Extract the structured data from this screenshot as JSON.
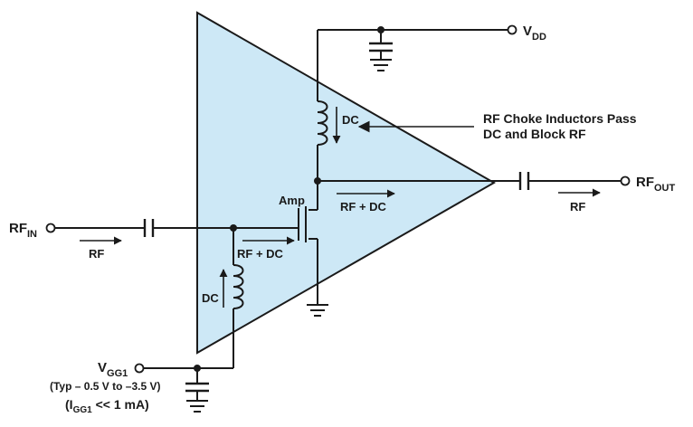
{
  "colors": {
    "amplifier_fill": "#cde8f6",
    "line": "#1a1a1a",
    "background": "#ffffff"
  },
  "terminals": {
    "vdd": {
      "main": "V",
      "sub": "DD"
    },
    "rf_out": {
      "main": "RF",
      "sub": "OUT"
    },
    "rf_in": {
      "main": "RF",
      "sub": "IN"
    },
    "vgg1": {
      "main": "V",
      "sub": "GG1"
    }
  },
  "labels": {
    "dc_top": "DC",
    "dc_bottom": "DC",
    "rf_choke_line1": "RF Choke Inductors Pass",
    "rf_choke_line2": "DC and Block RF",
    "amp": "Amp",
    "rf_dc_drain": "RF + DC",
    "rf_dc_gate": "RF + DC",
    "rf_input": "RF",
    "rf_output": "RF",
    "vgg1_range": "(Typ – 0.5 V to –3.5 V)",
    "igg1_open": "(I",
    "igg1_sub": "GG1",
    "igg1_close": " << 1 mA)"
  },
  "icons": {
    "amplifier": "triangle-amplifier",
    "transistor": "fet-transistor",
    "inductor": "inductor-coil",
    "capacitor": "capacitor",
    "ground": "ground-symbol",
    "terminal": "open-circle-terminal",
    "arrow": "signal-arrow"
  }
}
